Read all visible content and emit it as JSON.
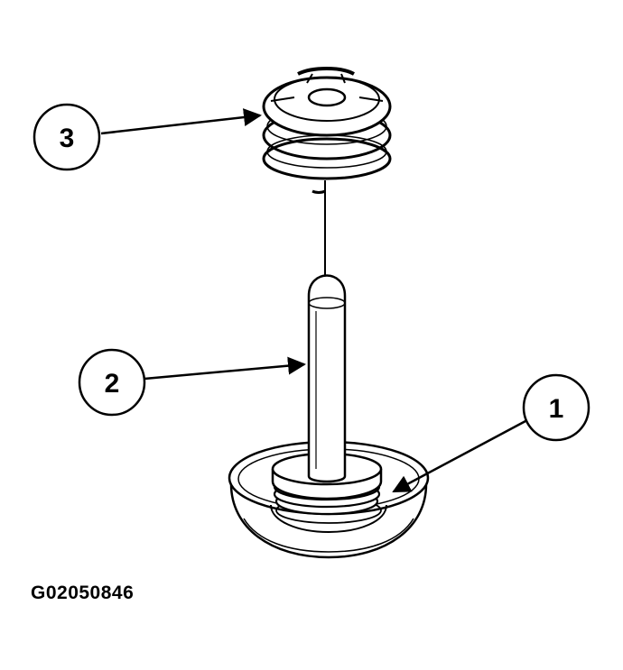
{
  "callouts": [
    {
      "id": "callout-1",
      "label": "1"
    },
    {
      "id": "callout-2",
      "label": "2"
    },
    {
      "id": "callout-3",
      "label": "3"
    }
  ],
  "figure_id": "G02050846",
  "colors": {
    "ink": "#000000",
    "paper": "#ffffff"
  }
}
